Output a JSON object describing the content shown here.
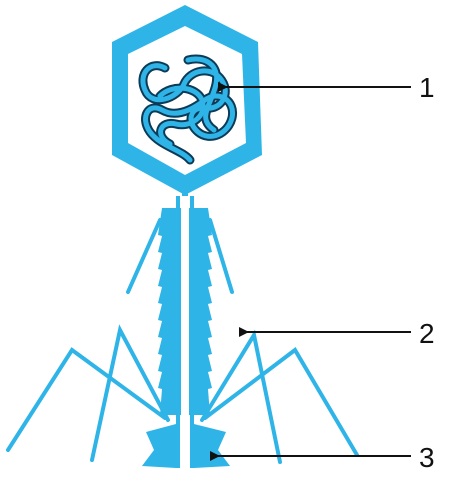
{
  "colors": {
    "structure": "#2fb4e8",
    "outline": "#0d3b57",
    "arrow": "#111111",
    "background": "#ffffff"
  },
  "parts": [
    {
      "name": "head-capsid-with-genetic-material"
    },
    {
      "name": "tail-sheath"
    },
    {
      "name": "tail-fibers"
    },
    {
      "name": "base-plate"
    }
  ],
  "callouts": [
    {
      "label": "1"
    },
    {
      "label": "2"
    },
    {
      "label": "3"
    }
  ]
}
